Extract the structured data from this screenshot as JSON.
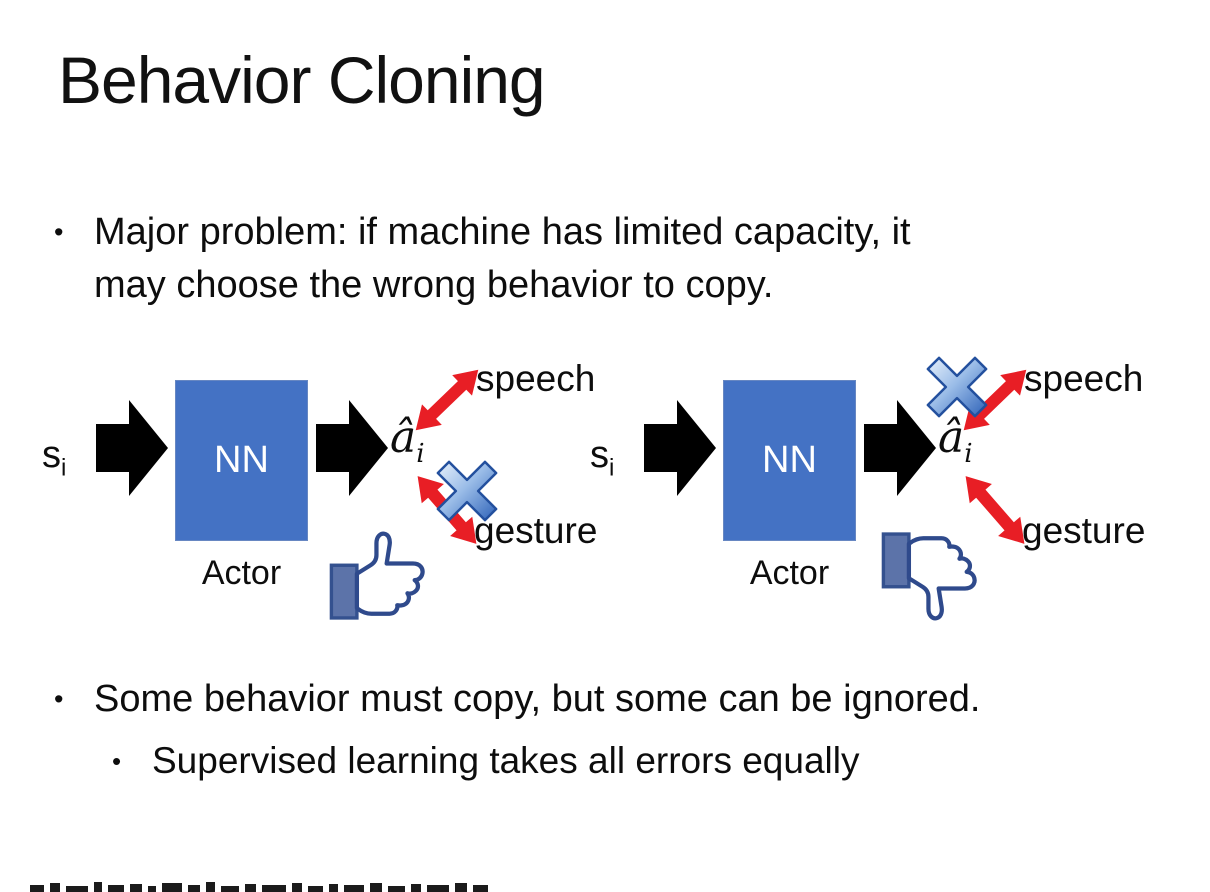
{
  "slide": {
    "title": "Behavior Cloning",
    "bullets": {
      "marker": "•",
      "major_problem": {
        "lines": [
          "Major problem: if machine has limited capacity, it",
          "may choose the wrong behavior to copy."
        ]
      },
      "some_behavior": "Some behavior must copy, but some can be ignored.",
      "supervised": "Supervised learning takes all errors equally"
    }
  },
  "diagram_left": {
    "input_symbol": "s",
    "input_subscript": "i",
    "network_label": "NN",
    "network_caption": "Actor",
    "output_symbol": "â",
    "output_subscript": "i",
    "branch_top_label": "speech",
    "branch_bottom_label": "gesture",
    "crossed_out_branch": "gesture",
    "feedback_icon": "thumbs-up"
  },
  "diagram_right": {
    "input_symbol": "s",
    "input_subscript": "i",
    "network_label": "NN",
    "network_caption": "Actor",
    "output_symbol": "â",
    "output_subscript": "i",
    "branch_top_label": "speech",
    "branch_bottom_label": "gesture",
    "crossed_out_branch": "speech",
    "feedback_icon": "thumbs-down"
  },
  "colors": {
    "network_box_fill": "#4472C4",
    "network_box_border": "#6787C2",
    "network_label_text": "#FFFFFF",
    "flow_arrow": "#000000",
    "branch_arrow_red": "#E81E25",
    "cross_gradient_light": "#E8F1FB",
    "cross_gradient_mid": "#9BBDE8",
    "cross_gradient_dark": "#2E62B8",
    "cross_border": "#23509E",
    "thumb_outline": "#2F4A8C",
    "thumb_fill": "#FFFFFF",
    "thumb_cuff_fill": "#5C73A9",
    "text": "#000000"
  }
}
